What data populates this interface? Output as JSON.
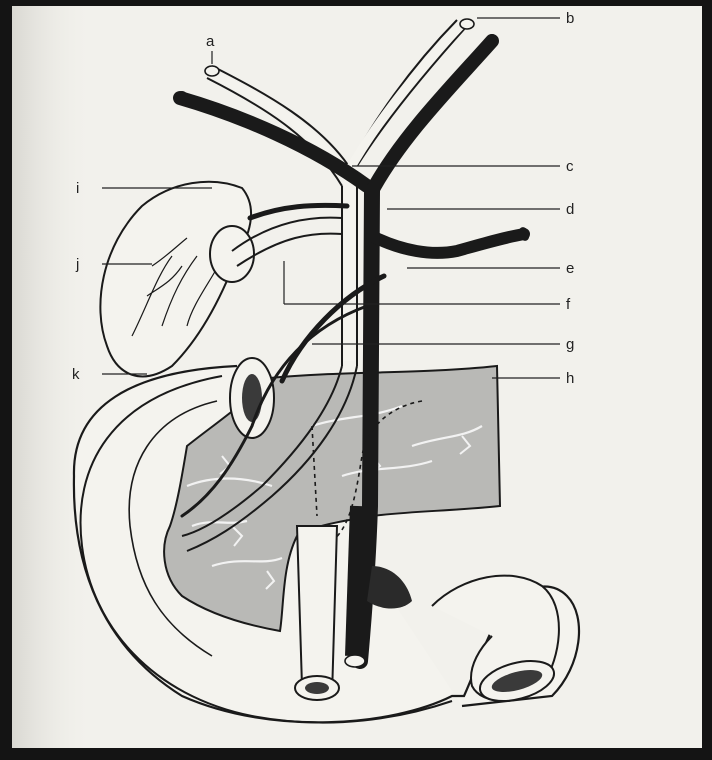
{
  "labels": {
    "a": "a",
    "b": "b",
    "c": "c",
    "d": "d",
    "e": "e",
    "f": "f",
    "g": "g",
    "h": "h",
    "i": "i",
    "j": "j",
    "k": "k"
  },
  "colors": {
    "paper": "#f2f1ec",
    "ink": "#1a1a1a",
    "pancreas": "#b4b4b4",
    "frame": "#141414"
  }
}
